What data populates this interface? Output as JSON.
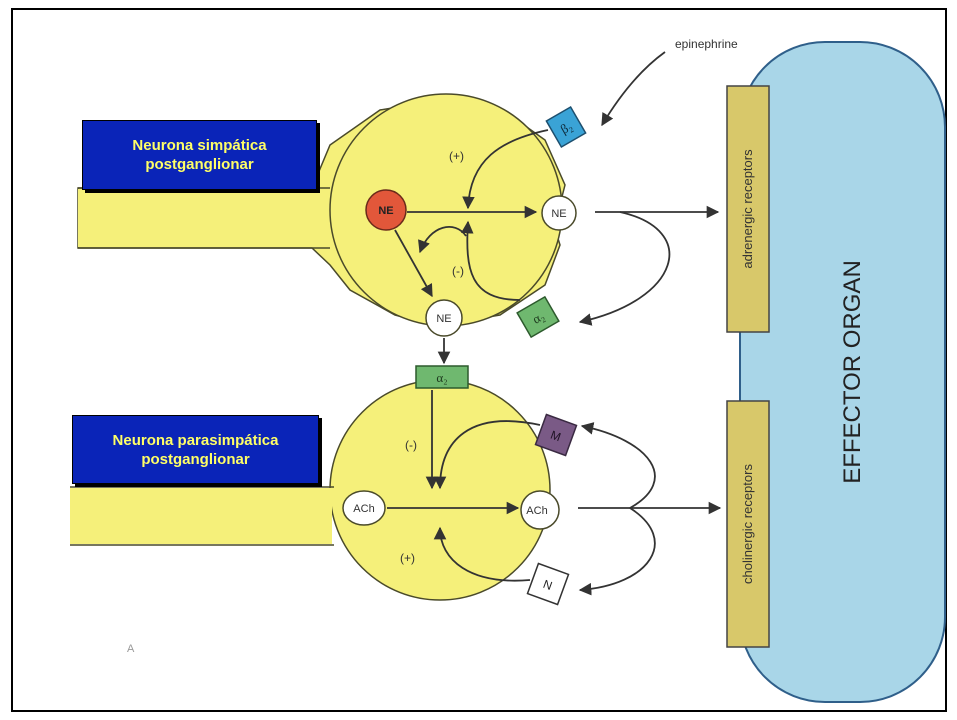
{
  "labels": {
    "sympathetic_line1": "Neurona simpática",
    "sympathetic_line2": "postganglionar",
    "parasympathetic_line1": "Neurona parasimpática",
    "parasympathetic_line2": "postganglionar"
  },
  "diagram": {
    "epinephrine": "epinephrine",
    "beta2": "β₂",
    "alpha2_top": "α₂",
    "alpha2_bottom": "α₂",
    "ne_source": "NE",
    "ne_release": "NE",
    "ne_lower": "NE",
    "plus_top": "(+)",
    "minus_top": "(-)",
    "minus_bottom": "(-)",
    "plus_bottom": "(+)",
    "ach_source": "ACh",
    "ach_release": "ACh",
    "m_receptor": "M",
    "n_receptor": "N",
    "adrenergic": "adrenergic receptors",
    "cholinergic": "cholinergic receptors",
    "effector": "EFFECTOR ORGAN",
    "corner_mark": "A"
  },
  "colors": {
    "neuron_fill": "#f5f07a",
    "effector_fill": "#a9d6e8",
    "receptor_strip": "#d8c86a",
    "label_bg": "#0a24b8",
    "label_text": "#ffff66",
    "ne_source": "#e2573a",
    "beta2": "#3aa3d6",
    "alpha2": "#6fb86f",
    "m_receptor": "#7a5a86"
  }
}
